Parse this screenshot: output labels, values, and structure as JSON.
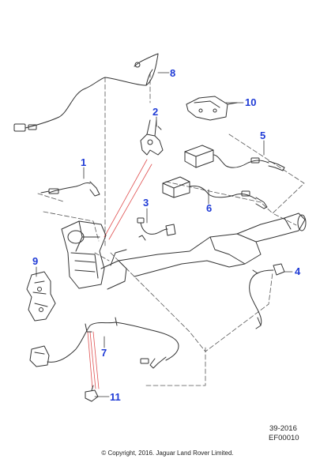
{
  "callouts": {
    "c1": "1",
    "c2": "2",
    "c3": "3",
    "c4": "4",
    "c5": "5",
    "c6": "6",
    "c7": "7",
    "c8": "8",
    "c9": "9",
    "c10": "10",
    "c11": "11"
  },
  "reference": {
    "code": "39-2016",
    "figure": "EF00010"
  },
  "copyright": "© Copyright, 2016. Jaguar Land Rover Limited.",
  "colors": {
    "callout": "#1f3bd6",
    "line": "#333333",
    "leader_red": "#e05050"
  }
}
